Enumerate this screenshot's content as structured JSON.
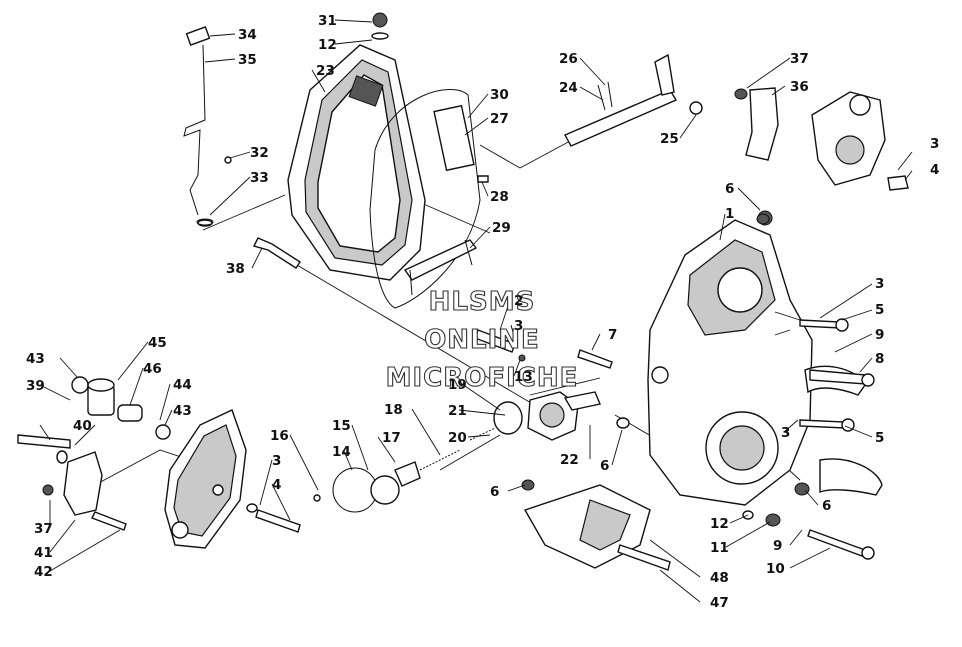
{
  "watermark": {
    "lines": [
      "HLSMS",
      "ONLINE",
      "MICROFICHE"
    ]
  },
  "callouts": [
    {
      "id": "c01",
      "text": "31"
    },
    {
      "id": "c02",
      "text": "12"
    },
    {
      "id": "c03",
      "text": "34"
    },
    {
      "id": "c04",
      "text": "35"
    },
    {
      "id": "c05",
      "text": "23"
    },
    {
      "id": "c06",
      "text": "26"
    },
    {
      "id": "c07",
      "text": "24"
    },
    {
      "id": "c08",
      "text": "30"
    },
    {
      "id": "c09",
      "text": "27"
    },
    {
      "id": "c10",
      "text": "25"
    },
    {
      "id": "c11",
      "text": "37"
    },
    {
      "id": "c12",
      "text": "36"
    },
    {
      "id": "c13",
      "text": "3"
    },
    {
      "id": "c14",
      "text": "4"
    },
    {
      "id": "c15",
      "text": "32"
    },
    {
      "id": "c16",
      "text": "33"
    },
    {
      "id": "c17",
      "text": "28"
    },
    {
      "id": "c18",
      "text": "6"
    },
    {
      "id": "c19",
      "text": "1"
    },
    {
      "id": "c20",
      "text": "29"
    },
    {
      "id": "c21",
      "text": "38"
    },
    {
      "id": "c22",
      "text": "3"
    },
    {
      "id": "c23",
      "text": "2"
    },
    {
      "id": "c24",
      "text": "3"
    },
    {
      "id": "c25",
      "text": "5"
    },
    {
      "id": "c26",
      "text": "9"
    },
    {
      "id": "c27",
      "text": "7"
    },
    {
      "id": "c28",
      "text": "13"
    },
    {
      "id": "c29",
      "text": "8"
    },
    {
      "id": "c30",
      "text": "45"
    },
    {
      "id": "c31",
      "text": "43"
    },
    {
      "id": "c32",
      "text": "46"
    },
    {
      "id": "c33",
      "text": "39"
    },
    {
      "id": "c34",
      "text": "44"
    },
    {
      "id": "c35",
      "text": "19"
    },
    {
      "id": "c36",
      "text": "18"
    },
    {
      "id": "c37",
      "text": "43"
    },
    {
      "id": "c38",
      "text": "21"
    },
    {
      "id": "c39",
      "text": "5"
    },
    {
      "id": "c40",
      "text": "40"
    },
    {
      "id": "c41",
      "text": "16"
    },
    {
      "id": "c42",
      "text": "15"
    },
    {
      "id": "c43",
      "text": "17"
    },
    {
      "id": "c44",
      "text": "20"
    },
    {
      "id": "c45",
      "text": "3"
    },
    {
      "id": "c46",
      "text": "14"
    },
    {
      "id": "c47",
      "text": "22"
    },
    {
      "id": "c48",
      "text": "6"
    },
    {
      "id": "c49",
      "text": "3"
    },
    {
      "id": "c50",
      "text": "4"
    },
    {
      "id": "c51",
      "text": "6"
    },
    {
      "id": "c52",
      "text": "6"
    },
    {
      "id": "c53",
      "text": "37"
    },
    {
      "id": "c54",
      "text": "41"
    },
    {
      "id": "c55",
      "text": "42"
    },
    {
      "id": "c56",
      "text": "12"
    },
    {
      "id": "c57",
      "text": "11"
    },
    {
      "id": "c58",
      "text": "9"
    },
    {
      "id": "c59",
      "text": "10"
    },
    {
      "id": "c60",
      "text": "48"
    },
    {
      "id": "c61",
      "text": "47"
    }
  ]
}
